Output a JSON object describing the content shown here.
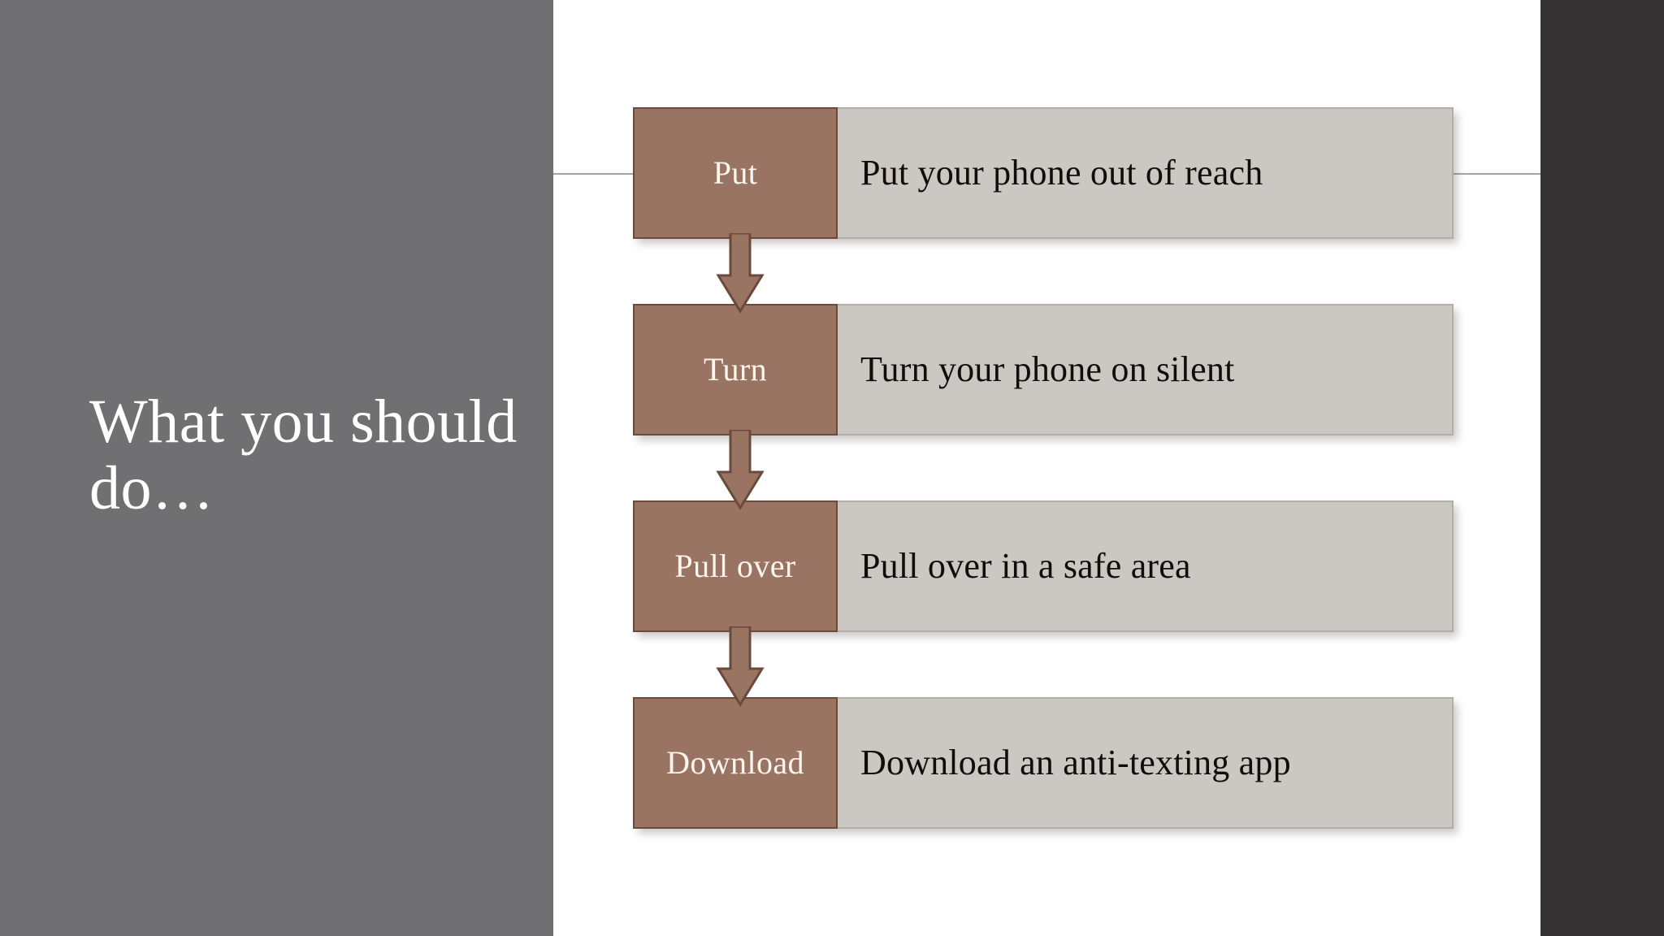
{
  "slide": {
    "title": "What you should do…",
    "background_color": "#ffffff",
    "left_panel_color": "#706F71",
    "right_panel_color": "#363335",
    "accent_color": "#9A7462",
    "accent_border_color": "#6B4A3B",
    "secondary_color": "#CBC7C2",
    "title_color": "#FFFFFF",
    "rule_color": "#A5A3A3"
  },
  "process": {
    "steps": [
      {
        "key": "Put",
        "description": "Put your phone out of reach"
      },
      {
        "key": "Turn",
        "description": "Turn your phone on silent"
      },
      {
        "key": "Pull over",
        "description": "Pull over in a safe area"
      },
      {
        "key": "Download",
        "description": "Download an anti-texting app"
      }
    ],
    "connectors": [
      {
        "name": "arrow-down-icon"
      },
      {
        "name": "arrow-down-icon"
      },
      {
        "name": "arrow-down-icon"
      }
    ]
  }
}
